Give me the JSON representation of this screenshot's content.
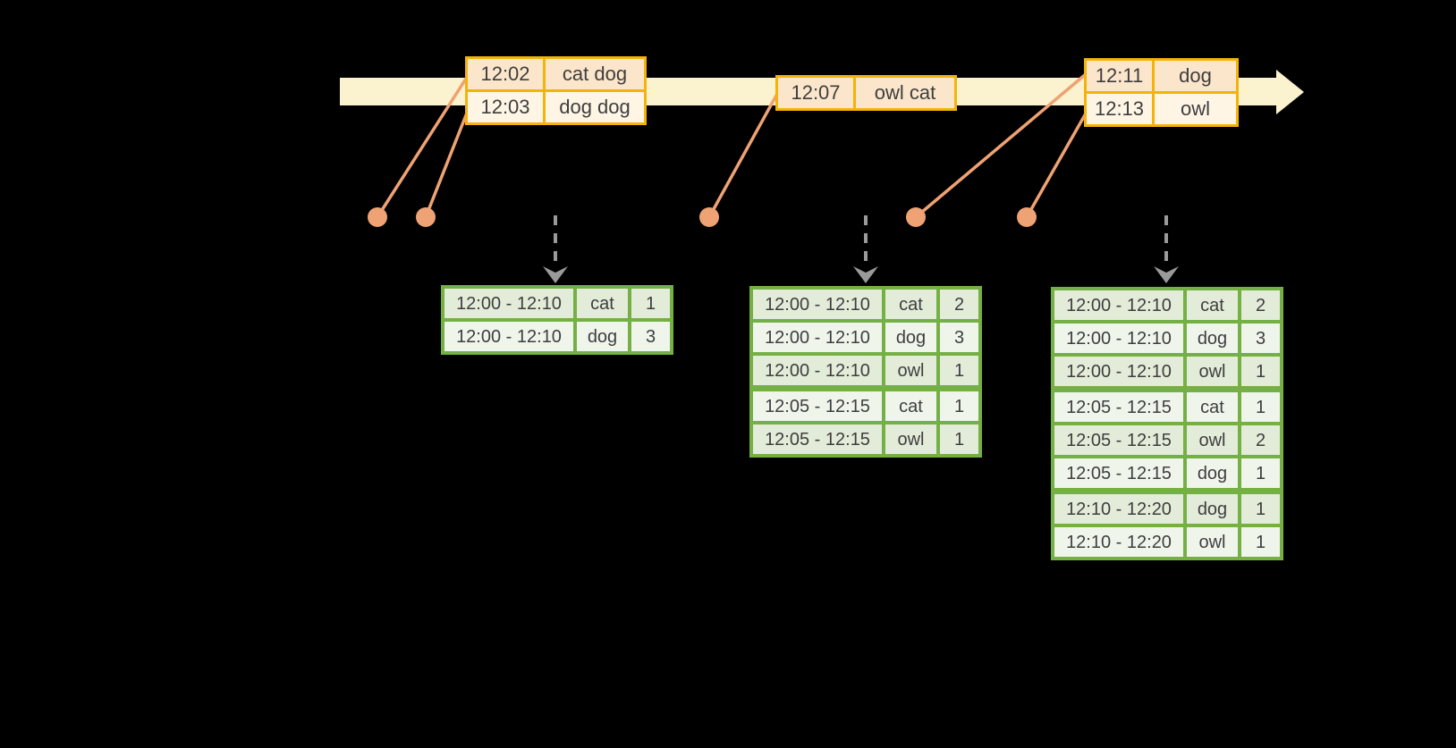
{
  "colors": {
    "background": "#000000",
    "timeline-fill": "#FBF2CF",
    "event-border": "#F3B30A",
    "event-row-odd": "#FCE6CB",
    "event-row-even": "#FEF5E5",
    "marker": "#EFA273",
    "trigger-arrow": "#9A9A9A",
    "result-border": "#74B043",
    "result-row-odd": "#E3ECD9",
    "result-row-even": "#F0F5EC",
    "text": "#3E3E3E"
  },
  "event_tables": [
    {
      "rows": [
        {
          "time": "12:02",
          "words": "cat dog"
        },
        {
          "time": "12:03",
          "words": "dog dog"
        }
      ]
    },
    {
      "rows": [
        {
          "time": "12:07",
          "words": "owl cat"
        }
      ]
    },
    {
      "rows": [
        {
          "time": "12:11",
          "words": "dog"
        },
        {
          "time": "12:13",
          "words": "owl"
        }
      ]
    }
  ],
  "result_tables": [
    {
      "rows": [
        {
          "window": "12:00 - 12:10",
          "word": "cat",
          "count": "1"
        },
        {
          "window": "12:00 - 12:10",
          "word": "dog",
          "count": "3"
        }
      ]
    },
    {
      "rows": [
        {
          "window": "12:00 - 12:10",
          "word": "cat",
          "count": "2"
        },
        {
          "window": "12:00 - 12:10",
          "word": "dog",
          "count": "3"
        },
        {
          "window": "12:00 - 12:10",
          "word": "owl",
          "count": "1"
        },
        {
          "window": "12:05 - 12:15",
          "word": "cat",
          "count": "1"
        },
        {
          "window": "12:05 - 12:15",
          "word": "owl",
          "count": "1"
        }
      ]
    },
    {
      "rows": [
        {
          "window": "12:00 - 12:10",
          "word": "cat",
          "count": "2"
        },
        {
          "window": "12:00 - 12:10",
          "word": "dog",
          "count": "3"
        },
        {
          "window": "12:00 - 12:10",
          "word": "owl",
          "count": "1"
        },
        {
          "window": "12:05 - 12:15",
          "word": "cat",
          "count": "1"
        },
        {
          "window": "12:05 - 12:15",
          "word": "owl",
          "count": "2"
        },
        {
          "window": "12:05 - 12:15",
          "word": "dog",
          "count": "1"
        },
        {
          "window": "12:10 - 12:20",
          "word": "dog",
          "count": "1"
        },
        {
          "window": "12:10 - 12:20",
          "word": "owl",
          "count": "1"
        }
      ]
    }
  ]
}
